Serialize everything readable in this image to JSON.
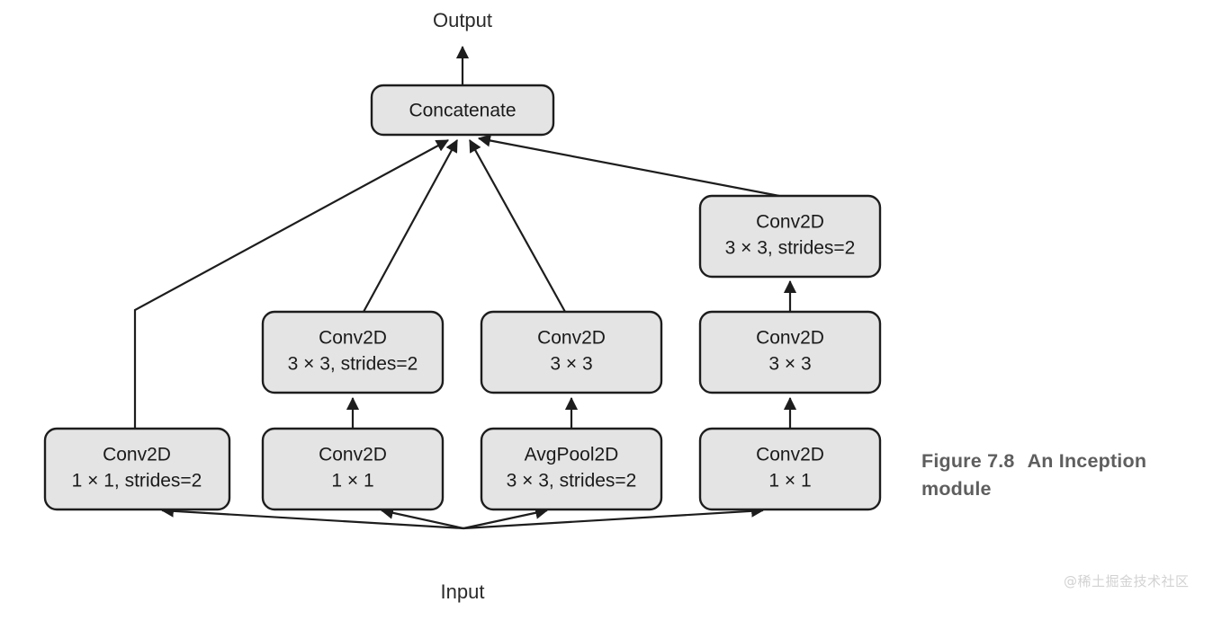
{
  "figure": {
    "caption_number": "Figure 7.8",
    "caption_text": "An Inception module",
    "watermark": "@稀土掘金技术社区"
  },
  "io": {
    "input_label": "Input",
    "output_label": "Output"
  },
  "colors": {
    "box_fill": "#e4e4e4",
    "box_stroke": "#1d1d1d",
    "text": "#1a1a1a",
    "caption": "#5e5e5e",
    "watermark": "#d2d2d2",
    "background": "#ffffff"
  },
  "nodes": {
    "concatenate": {
      "line1": "Concatenate",
      "line2": ""
    },
    "branch4_top": {
      "line1": "Conv2D",
      "line2": "3 × 3, strides=2"
    },
    "branch2_mid": {
      "line1": "Conv2D",
      "line2": "3 × 3, strides=2"
    },
    "branch3_mid": {
      "line1": "Conv2D",
      "line2": "3 × 3"
    },
    "branch4_mid": {
      "line1": "Conv2D",
      "line2": "3 × 3"
    },
    "branch1_bottom": {
      "line1": "Conv2D",
      "line2": "1 × 1, strides=2"
    },
    "branch2_bottom": {
      "line1": "Conv2D",
      "line2": "1 × 1"
    },
    "branch3_bottom": {
      "line1": "AvgPool2D",
      "line2": "3 × 3, strides=2"
    },
    "branch4_bottom": {
      "line1": "Conv2D",
      "line2": "1 × 1"
    }
  }
}
